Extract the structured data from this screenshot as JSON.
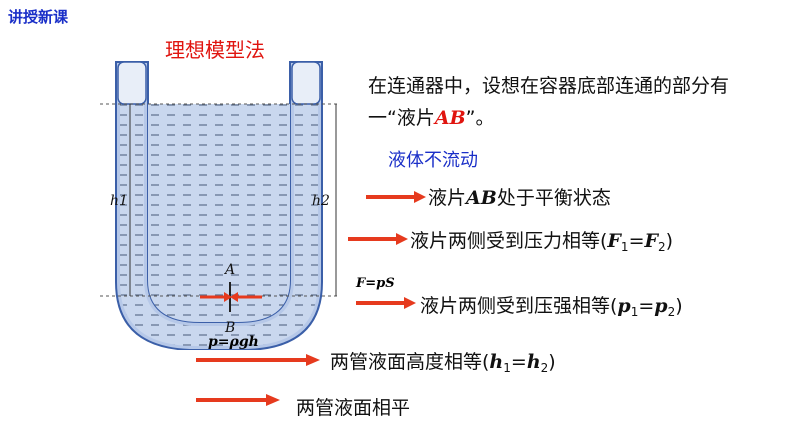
{
  "header": {
    "title": "讲授新课"
  },
  "model": {
    "title": "理想模型法"
  },
  "intro": {
    "text_before": "在连通器中，设想在容器底部连通的部分有一“液片",
    "highlight": "AB",
    "text_after": "”。"
  },
  "note": {
    "text": "液体不流动"
  },
  "diagram": {
    "label_h1": "h1",
    "label_h2": "h2",
    "label_A": "A",
    "label_B": "B",
    "formula_force": "F=pS",
    "formula_pressure": "p=ρgh"
  },
  "steps": [
    {
      "prefix": "液片",
      "italic": "AB",
      "suffix": "处于平衡状态"
    },
    {
      "text": "液片两侧受到压力相等(",
      "v1": "F",
      "s1": "1",
      "eq": "=",
      "v2": "F",
      "s2": "2",
      "end": ")"
    },
    {
      "text": "液片两侧受到压强相等(",
      "v1": "p",
      "s1": "1",
      "eq": "=",
      "v2": "p",
      "s2": "2",
      "end": ")"
    },
    {
      "text": "两管液面高度相等(",
      "v1": "h",
      "s1": "1",
      "eq": "=",
      "v2": "h",
      "s2": "2",
      "end": ")"
    },
    {
      "text": "两管液面相平"
    }
  ],
  "colors": {
    "arrow": "#e63a1e",
    "liquid": "#c9d7ee",
    "tube": "#7aa0d8",
    "header": "#1a2fc8",
    "accent": "#e0140f"
  }
}
